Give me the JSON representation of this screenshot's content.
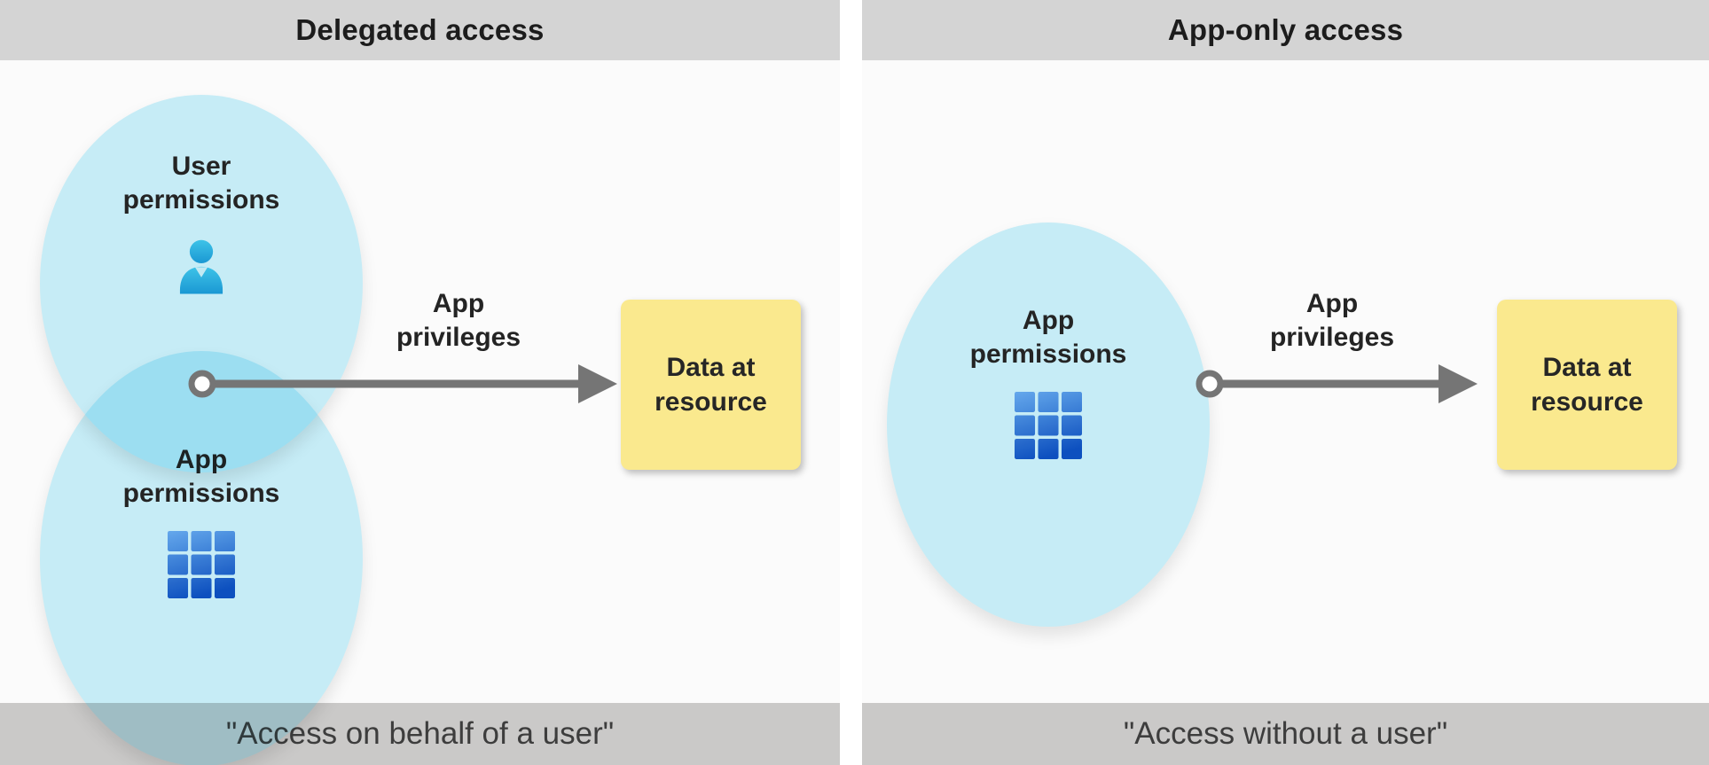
{
  "panels": [
    {
      "id": "delegated",
      "title": "Delegated access",
      "caption": "\"Access on behalf of a user\"",
      "circles": [
        {
          "label": "User permissions",
          "icon": "user-icon"
        },
        {
          "label": "App permissions",
          "icon": "app-grid-icon"
        }
      ],
      "arrow_label": "App privileges",
      "target_label": "Data at resource"
    },
    {
      "id": "app-only",
      "title": "App-only access",
      "caption": "\"Access without a user\"",
      "circles": [
        {
          "label": "App permissions",
          "icon": "app-grid-icon"
        }
      ],
      "arrow_label": "App privileges",
      "target_label": "Data at resource"
    }
  ],
  "colors": {
    "header_bg": "#d4d4d4",
    "footer_bg": "#cac9c8",
    "body_bg": "#fbfbfb",
    "circle_fill": "#c9f0fa",
    "circle_overlap": "#9ce0f5",
    "arrow_gray": "#757575",
    "data_box_bg": "#fae98e",
    "title_color": "#1c1c1c",
    "caption_color": "#3d3d3d",
    "user_icon_color_top": "#3fc6ec",
    "user_icon_color_bottom": "#1a9bd7",
    "app_icon_color_top": "#64a9ef",
    "app_icon_color_bottom": "#0d51c2"
  }
}
